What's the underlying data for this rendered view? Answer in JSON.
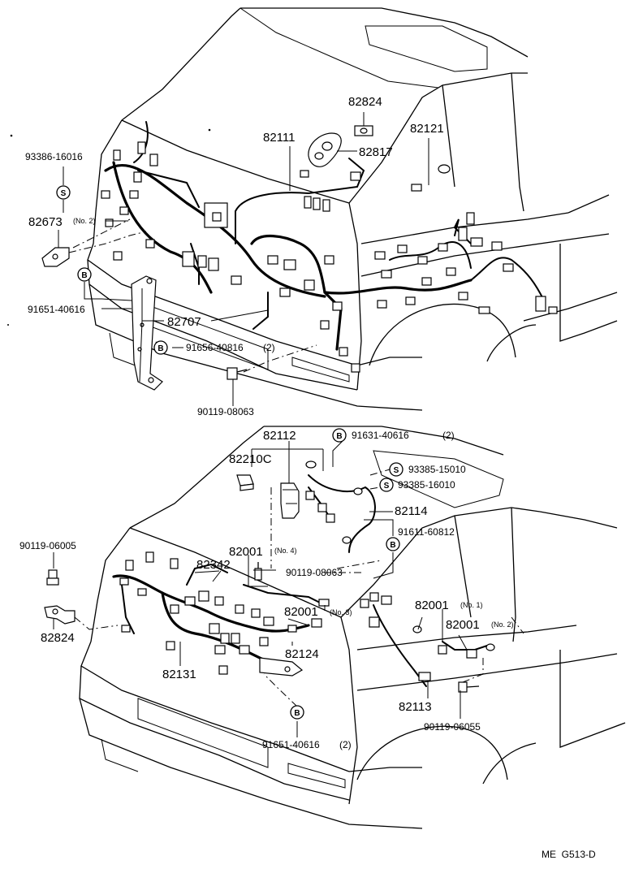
{
  "top_view": {
    "parts": [
      {
        "id": "p82824",
        "text": "82824"
      },
      {
        "id": "p82111",
        "text": "82111"
      },
      {
        "id": "p82121",
        "text": "82121"
      },
      {
        "id": "p82817",
        "text": "82817"
      },
      {
        "id": "p93386",
        "text": "93386-16016"
      },
      {
        "id": "p82673",
        "text": "82673"
      },
      {
        "id": "p91651",
        "text": "91651-40616"
      },
      {
        "id": "p82707",
        "text": "82707"
      },
      {
        "id": "p91656",
        "text": "91656-40816"
      },
      {
        "id": "p90119",
        "text": "90119-08063"
      }
    ],
    "notes": [
      {
        "id": "n82673",
        "text": "(No. 2)"
      },
      {
        "id": "n91656",
        "text": "(2)"
      }
    ],
    "badges": [
      {
        "id": "bS1",
        "text": "S"
      },
      {
        "id": "bB1",
        "text": "B"
      },
      {
        "id": "bB2",
        "text": "B"
      }
    ]
  },
  "bottom_view": {
    "parts": [
      {
        "id": "q82112",
        "text": "82112"
      },
      {
        "id": "q91631",
        "text": "91631-40616"
      },
      {
        "id": "q82210c",
        "text": "82210C"
      },
      {
        "id": "q93385a",
        "text": "93385-15010"
      },
      {
        "id": "q93385b",
        "text": "93385-16010"
      },
      {
        "id": "q82114",
        "text": "82114"
      },
      {
        "id": "q90119a",
        "text": "90119-06005"
      },
      {
        "id": "q91611",
        "text": "91611-60812"
      },
      {
        "id": "q82001a",
        "text": "82001"
      },
      {
        "id": "q82342",
        "text": "82342"
      },
      {
        "id": "q90119b",
        "text": "90119-08063"
      },
      {
        "id": "q82001b",
        "text": "82001"
      },
      {
        "id": "q82001c",
        "text": "82001"
      },
      {
        "id": "q82001d",
        "text": "82001"
      },
      {
        "id": "q82824",
        "text": "82824"
      },
      {
        "id": "q82124",
        "text": "82124"
      },
      {
        "id": "q82131",
        "text": "82131"
      },
      {
        "id": "q82113",
        "text": "82113"
      },
      {
        "id": "q90119c",
        "text": "90119-06055"
      },
      {
        "id": "q91651",
        "text": "91651-40616"
      }
    ],
    "notes": [
      {
        "id": "m91631",
        "text": "(2)"
      },
      {
        "id": "m82001a",
        "text": "(No. 4)"
      },
      {
        "id": "m82001b",
        "text": "(No. 3)"
      },
      {
        "id": "m82001c",
        "text": "(No. 1)"
      },
      {
        "id": "m82001d",
        "text": "(No. 2)"
      },
      {
        "id": "m91651",
        "text": "(2)"
      }
    ],
    "badges": [
      {
        "id": "cB1",
        "text": "B"
      },
      {
        "id": "cS1",
        "text": "S"
      },
      {
        "id": "cS2",
        "text": "S"
      },
      {
        "id": "cB2",
        "text": "B"
      },
      {
        "id": "cB3",
        "text": "B"
      }
    ]
  },
  "footer": {
    "code": "ME  G513-D"
  }
}
